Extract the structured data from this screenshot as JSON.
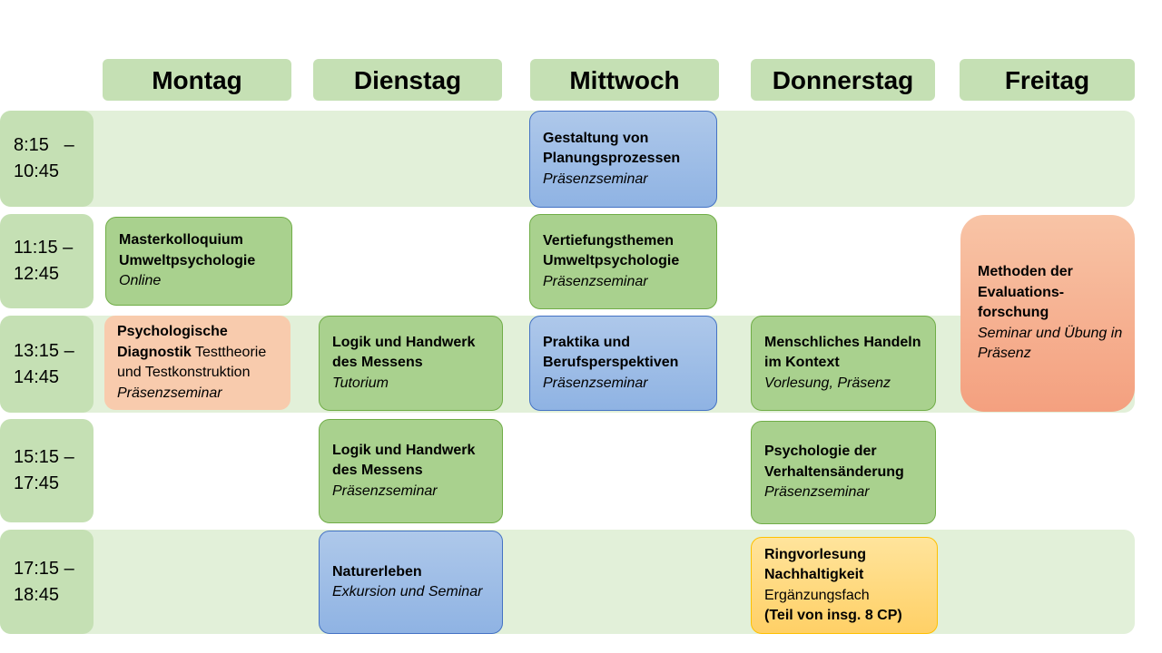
{
  "days": [
    "Montag",
    "Dienstag",
    "Mittwoch",
    "Donnerstag",
    "Freitag"
  ],
  "times": [
    {
      "start": "8:15   –",
      "end": "10:45"
    },
    {
      "start": "11:15 –",
      "end": "12:45"
    },
    {
      "start": "13:15 –",
      "end": "14:45"
    },
    {
      "start": "15:15 –",
      "end": "17:45"
    },
    {
      "start": "17:15 –",
      "end": "18:45"
    }
  ],
  "colors": {
    "band": "#e2f0d9",
    "header": "#c5e0b4",
    "green": "#a9d18e",
    "blue": "#8fb3e3",
    "salmon": "#f8cbad",
    "orange": "#f4a07f",
    "yellow": "#ffd966"
  },
  "courses": {
    "mi_1": {
      "title": "Gestaltung von Planungsprozessen",
      "sub": "Präsenzseminar"
    },
    "mo_2": {
      "title": "Masterkolloquium Umweltpsychologie",
      "sub": "Online"
    },
    "mi_2": {
      "title": "Vertiefungsthemen Umweltpsychologie",
      "sub": "Präsenzseminar"
    },
    "fr_23": {
      "title": "Methoden der Evaluations-forschung",
      "sub": "Seminar und Übung in Präsenz"
    },
    "mo_3": {
      "title": "Psychologische Diagnostik",
      "extra": " Testtheorie und Testkonstruktion",
      "sub": "Präsenzseminar"
    },
    "di_3": {
      "title": "Logik und Handwerk des Messens",
      "sub": "Tutorium"
    },
    "mi_3": {
      "title": "Praktika und Berufsperspektiven",
      "sub": "Präsenzseminar"
    },
    "do_3": {
      "title": "Menschliches Handeln im Kontext",
      "sub": "Vorlesung, Präsenz"
    },
    "di_4": {
      "title": "Logik und Handwerk des Messens",
      "sub": "Präsenzseminar"
    },
    "do_4": {
      "title": "Psychologie der Verhaltensänderung",
      "sub": "Präsenzseminar"
    },
    "di_5": {
      "title": "Naturerleben",
      "sub": "Exkursion und Seminar"
    },
    "do_5": {
      "title": "Ringvorlesung Nachhaltigkeit",
      "plain": "Ergänzungsfach",
      "bold2": "(Teil von insg. 8 CP)"
    }
  }
}
